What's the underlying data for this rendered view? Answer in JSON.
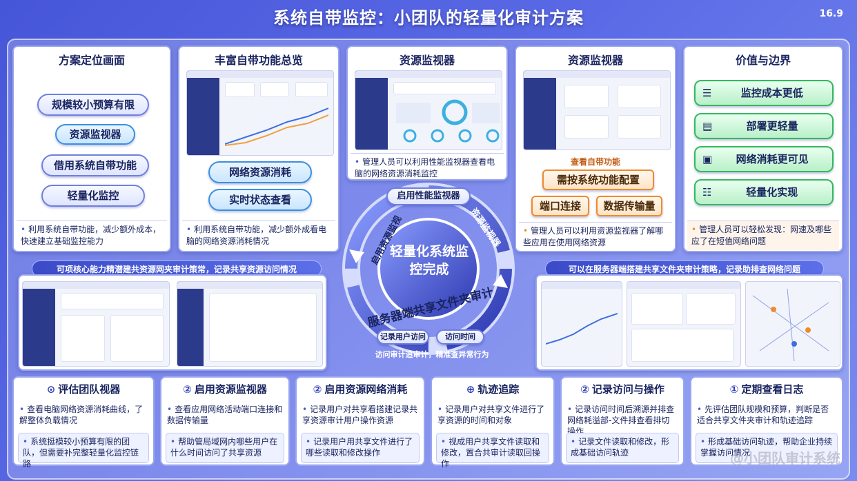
{
  "header": {
    "title": "系统自带监控：小团队的轻量化审计方案",
    "page": "16.9"
  },
  "top_panels": [
    {
      "title": "方案定位画面",
      "pills": [
        "规模较小预算有限",
        "资源监视器",
        "借用系统自带功能",
        "轻量化监控"
      ],
      "note": "利用系统自带功能，减少额外成本，快速建立基础监控能力"
    },
    {
      "title": "丰富自带功能总览",
      "pills": [
        "网络资源消耗",
        "实时状态查看"
      ],
      "note": "利用系统自带功能，减少额外成看电脑的网络资源消耗情况"
    },
    {
      "title": "资源监视器",
      "note": "管理人员可以利用性能监视器查看电脑的网络资源消耗监控"
    },
    {
      "title": "资源监视器",
      "sub": "查看自带功能",
      "pills": [
        "需按系统功能配置",
        "端口连接",
        "数据传输量"
      ],
      "note": "管理人员可以利用资源监视器了解哪些应用在使用网络资源"
    },
    {
      "title": "价值与边界",
      "pills": [
        "监控成本更低",
        "部署更轻量",
        "网络消耗更可见",
        "轻量化实现"
      ],
      "note": "管理人员可以轻松发现：网速及哪些应了在短值网络问题"
    }
  ],
  "center": {
    "title": "轻量化系统监控完成",
    "ring_top": "启用性能监视器",
    "ring_left": "启用资源监视",
    "ring_right": "资源监视器",
    "ring_bottom": "服务器端共享文件夹审计",
    "chip_a": "记录用户访问",
    "chip_b": "访问时间",
    "ring_foot": "访问审计追审计，精准查异常行为"
  },
  "banners": {
    "left": "可项核心能力精潜建共资源网夹审计策常，记录共享资源访问情况",
    "right": "可以在服务器端搭建共享文件夹审计策略，记录助排查网络问题"
  },
  "bottom_panels": [
    {
      "icon": "⊙",
      "title": "评估团队视器",
      "t1": "查看电脑网络资源消耗曲线，了解整体负载情况",
      "t2": "系统挺模较小预算有限的团队，但需要补完整轻量化监控链路"
    },
    {
      "icon": "②",
      "title": "启用资源监视器",
      "t1": "查看应用网络活动端口连接和数据传输量",
      "t2": "帮助管局域网内哪些用户在什么时间访问了共享资源"
    },
    {
      "icon": "②",
      "title": "启用资源网络消耗",
      "t1": "记录用户对共享看搭建记录共享资源审计用户操作资源",
      "t2": "记录用户用共享文件进行了哪些读取和修改操作"
    },
    {
      "icon": "⊕",
      "title": "轨迹追踪",
      "t1": "记录用户对共享文件进行了享资源的时间和对象",
      "t2": "视成用户共享文件读取和修改，置合共审计读取回操作"
    },
    {
      "icon": "②",
      "title": "记录访问与操作",
      "t1": "记录访问时间后溯源并排查网络耗溢部-文件排查看排切操作",
      "t2": "记录文件读取和修改，形成基础访问轨迹"
    },
    {
      "icon": "①",
      "title": "定期查看日志",
      "t1": "先评估团队规模和预算，判断是否适合共享文件夹审计和轨迹追踪",
      "t2": "形成基础访问轨迹，帮助企业持续掌握访问情况"
    }
  ],
  "watermark": "@小团队审计系统",
  "colors": {
    "bg": "#4f60e0",
    "accent": "#3b4bc8",
    "orange": "#f08a2a",
    "green": "#34b860"
  }
}
